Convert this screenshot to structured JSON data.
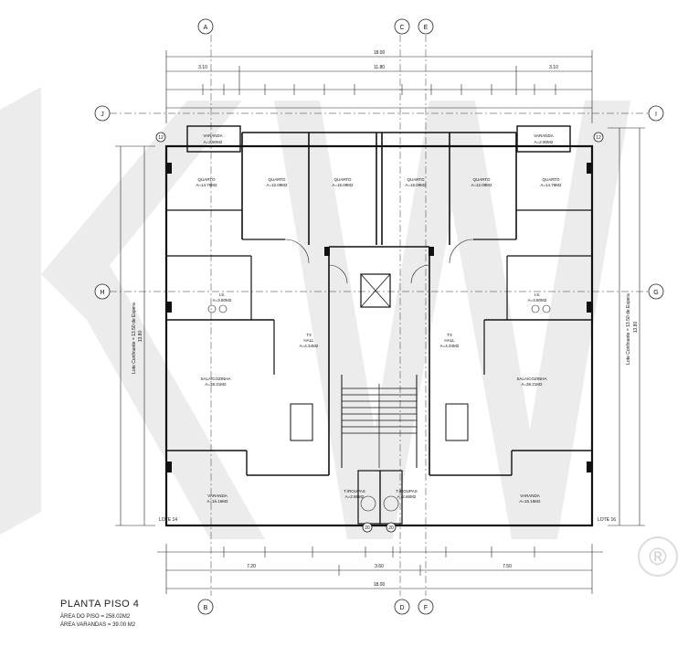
{
  "title": "PLANTA PISO 4",
  "areas": {
    "floor": "ÁREA DO PISO = 258.02M2",
    "balconies": "ÁREA VARANDAS = 39.00 M2"
  },
  "axes": {
    "top_left": "A",
    "top_c": "C",
    "top_e": "E",
    "bottom_b": "B",
    "bottom_d": "D",
    "bottom_f": "F",
    "left_j": "J",
    "left_h": "H",
    "right_i": "I",
    "right_g": "G",
    "left_12": "12",
    "right_12": "12",
    "n20a": "20",
    "n20b": "20"
  },
  "dimensions": {
    "top_total": "18.00",
    "top_mid": "11.80",
    "top_left": "3.10",
    "top_right": "3.10",
    "bottom_total": "18.00",
    "bottom_left": "7.20",
    "bottom_mid": "3.60",
    "bottom_right": "7.50",
    "left_total": "13.80",
    "right_total": "13.80"
  },
  "lot_notes": {
    "left": "Lote Confinante = 13.50 de Espera",
    "right": "Lote Confinante = 13.50 de Espera",
    "lote14": "LOTE 14",
    "lote16": "LOTE 16"
  },
  "rooms": {
    "varanda_tl": {
      "name": "VARANDA",
      "area": "A=2.90M2"
    },
    "varanda_tr": {
      "name": "VARANDA",
      "area": "A=2.90M2"
    },
    "quarto1": {
      "name": "QUARTO",
      "area": "A=14.78M2"
    },
    "quarto2": {
      "name": "QUARTO",
      "area": "A=12.09M2"
    },
    "quarto3": {
      "name": "QUARTO",
      "area": "A=15.09M2"
    },
    "quarto4": {
      "name": "QUARTO",
      "area": "A=15.09M2"
    },
    "quarto5": {
      "name": "QUARTO",
      "area": "A=12.09M2"
    },
    "quarto6": {
      "name": "QUARTO",
      "area": "A=14.78M2"
    },
    "ls_left": {
      "name": "I.S.",
      "area": "A=3.80M2"
    },
    "ls_right": {
      "name": "I.S.",
      "area": "A=3.80M2"
    },
    "t3_left": {
      "name": "T3",
      "sub": "HALL",
      "area": "A=4.34M2"
    },
    "t3_right": {
      "name": "T3",
      "sub": "HALL",
      "area": "A=4.34M2"
    },
    "sala_left": {
      "name": "SALA/COZINHA",
      "area": "A=38.21M2"
    },
    "sala_right": {
      "name": "SALA/COZINHA",
      "area": "A=38.21M2"
    },
    "varanda_bl": {
      "name": "VARANDA",
      "area": "A=16.16M2"
    },
    "varanda_br": {
      "name": "VARANDA",
      "area": "A=16.16M2"
    },
    "troupas_left": {
      "name": "T./ROUPAS",
      "area": "A=2.66M2"
    },
    "troupas_right": {
      "name": "T./ROUPAS",
      "area": "A=2.66M2"
    }
  }
}
